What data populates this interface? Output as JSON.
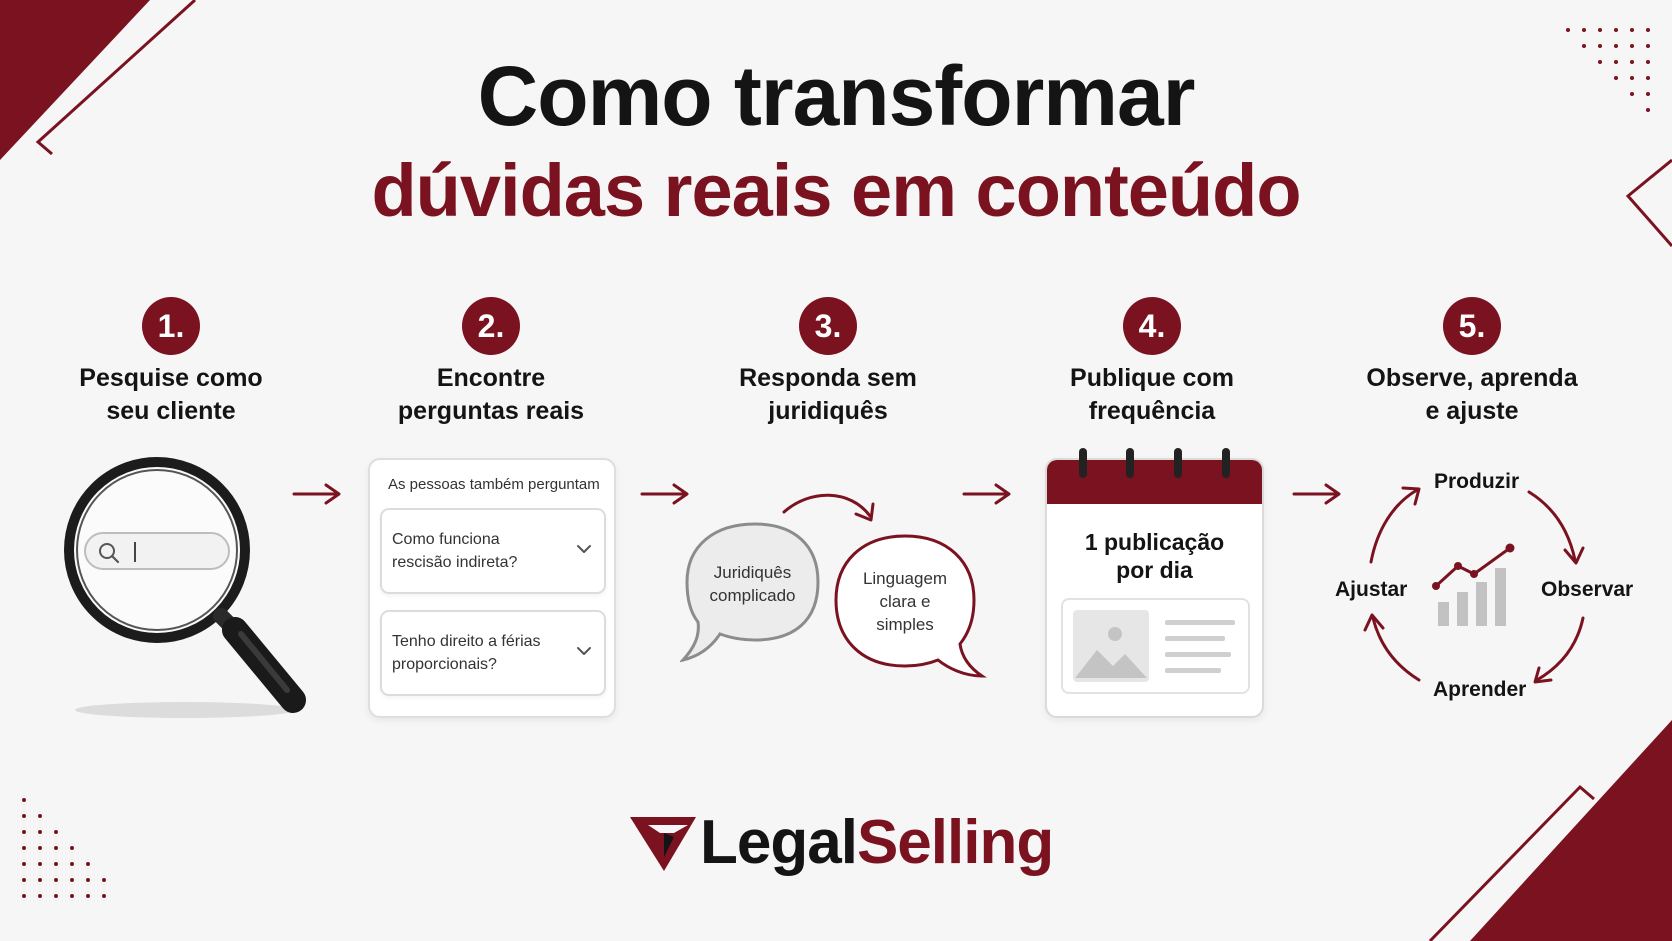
{
  "title": {
    "line1": "Como transformar",
    "line2": "dúvidas reais em conteúdo"
  },
  "colors": {
    "accent": "#7a1220",
    "text": "#141414",
    "background": "#f6f6f6"
  },
  "steps": [
    {
      "number": "1.",
      "title": "Pesquise como\nseu cliente"
    },
    {
      "number": "2.",
      "title": "Encontre\nperguntas reais"
    },
    {
      "number": "3.",
      "title": "Responda sem\njuridiquês"
    },
    {
      "number": "4.",
      "title": "Publique com\nfrequência"
    },
    {
      "number": "5.",
      "title": "Observe, aprenda\ne ajuste"
    }
  ],
  "faq": {
    "heading": "As pessoas também perguntam",
    "items": [
      "Como funciona\nrescisão indireta?",
      "Tenho direito a férias\nproporcionais?"
    ]
  },
  "bubbles": {
    "before": "Juridiquês\ncomplicado",
    "after": "Linguagem\nclara e\nsimples"
  },
  "calendar": {
    "text": "1 publicação\npor dia"
  },
  "cycle": {
    "top": "Produzir",
    "right": "Observar",
    "bottom": "Aprender",
    "left": "Ajustar"
  },
  "brand": {
    "part1": "Legal",
    "part2": "Selling"
  },
  "icons": [
    "magnifier-icon",
    "search-icon",
    "chevron-down-icon",
    "speech-bubble-icon",
    "calendar-icon",
    "image-placeholder-icon",
    "growth-chart-icon",
    "cycle-arrow-icon",
    "arrow-right-icon",
    "brand-logo-icon"
  ]
}
